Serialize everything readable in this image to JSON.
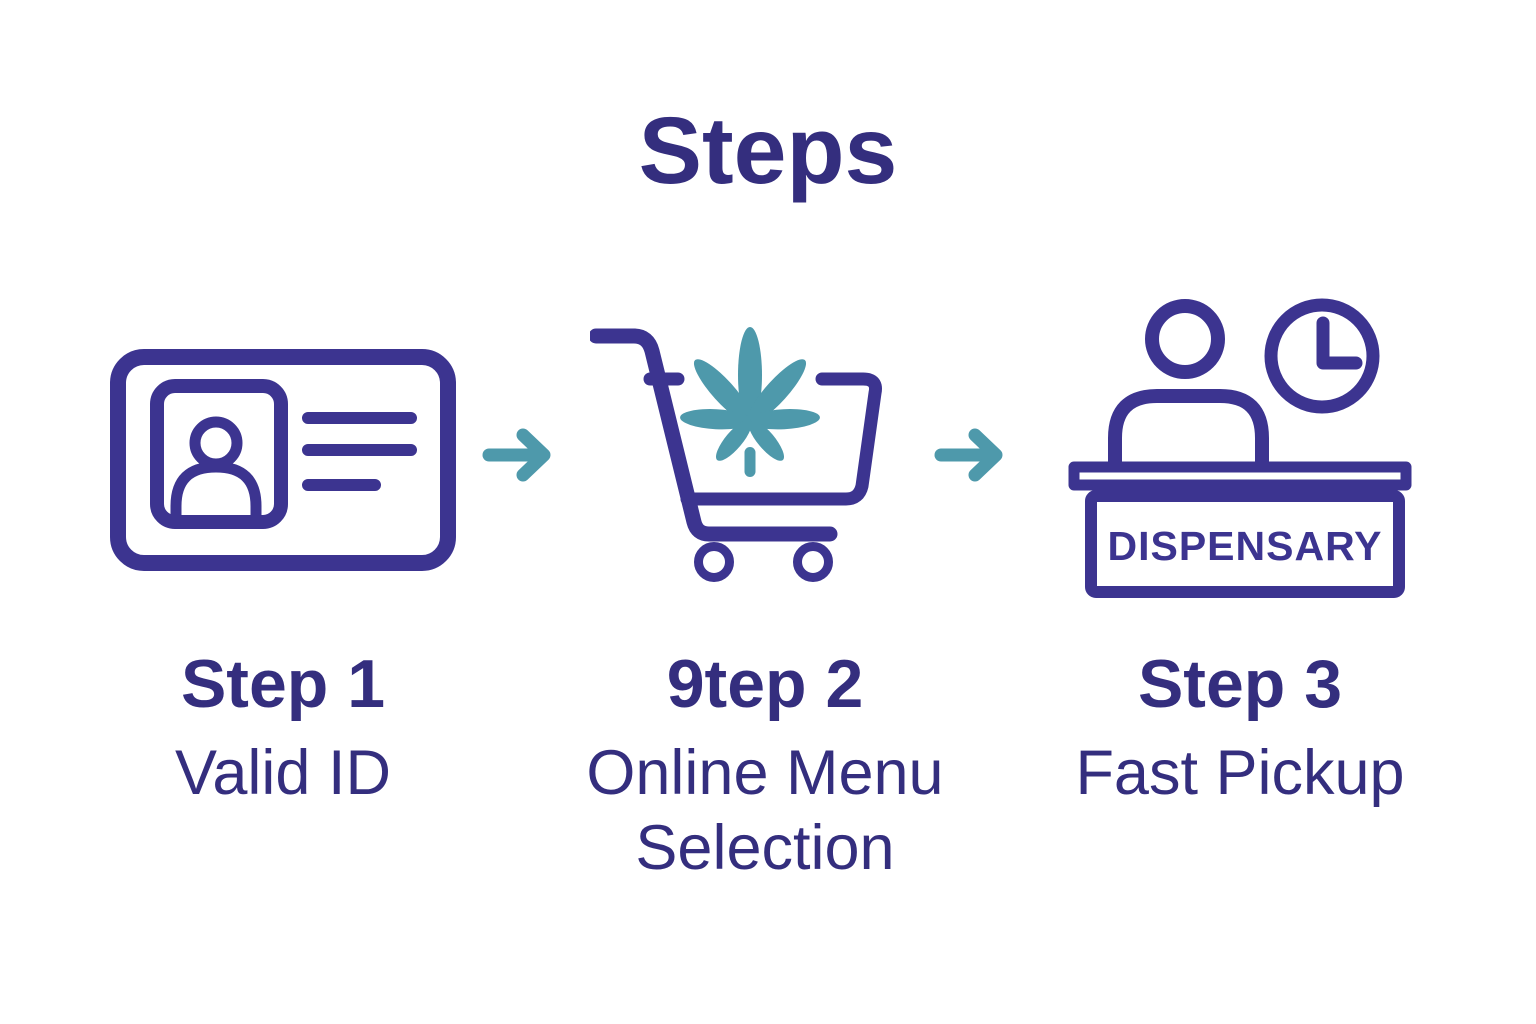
{
  "title": "Steps",
  "colors": {
    "text_indigo": "#342e7e",
    "icon_indigo": "#3c3490",
    "accent_teal": "#4e99ab",
    "background": "#ffffff"
  },
  "steps": [
    {
      "label": "Step 1",
      "description": "Valid ID",
      "icon": "id-card-icon"
    },
    {
      "label": "9tep 2",
      "description": "Online Menu Selection",
      "icon": "cart-with-cannabis-leaf-icon"
    },
    {
      "label": "Step 3",
      "description": "Fast Pickup",
      "icon": "dispensary-counter-icon"
    }
  ],
  "dispensary_sign": "DISPENSARY",
  "arrow_icon": "right-arrow-icon"
}
